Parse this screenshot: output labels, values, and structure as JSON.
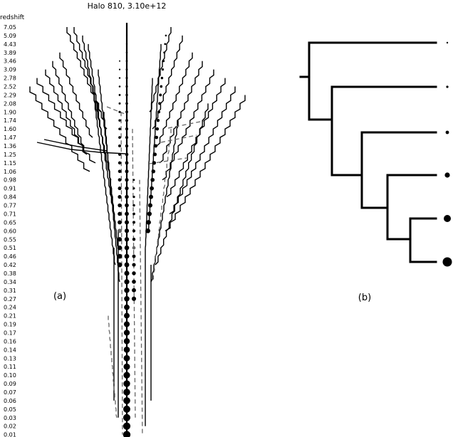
{
  "title": "Halo 810, 3.10e+12",
  "axis_label": "redshift",
  "redshifts": [
    "7.05",
    "5.09",
    "4.43",
    "3.89",
    "3.46",
    "3.09",
    "2.78",
    "2.52",
    "2.29",
    "2.08",
    "1.90",
    "1.74",
    "1.60",
    "1.47",
    "1.36",
    "1.25",
    "1.15",
    "1.06",
    "0.98",
    "0.91",
    "0.84",
    "0.77",
    "0.71",
    "0.65",
    "0.60",
    "0.55",
    "0.51",
    "0.46",
    "0.42",
    "0.38",
    "0.34",
    "0.31",
    "0.27",
    "0.24",
    "0.21",
    "0.19",
    "0.17",
    "0.16",
    "0.14",
    "0.13",
    "0.11",
    "0.10",
    "0.09",
    "0.07",
    "0.06",
    "0.05",
    "0.03",
    "0.02",
    "0.01"
  ],
  "panel_a_label": "(a)",
  "panel_b_label": "(b)",
  "colors": {
    "ink": "#000000",
    "satellite": "#666666"
  }
}
